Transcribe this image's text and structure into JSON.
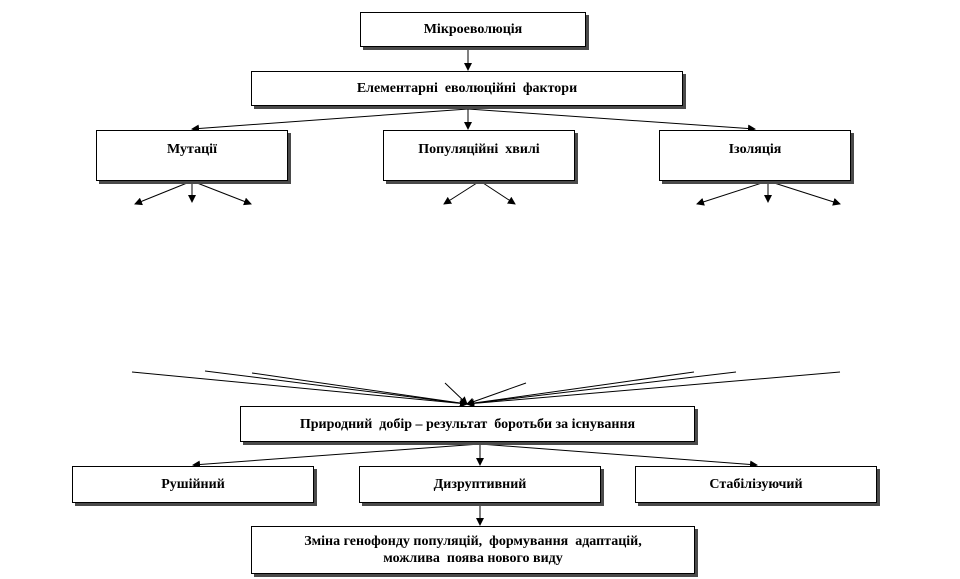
{
  "diagram": {
    "top": "Мікроеволюція",
    "factors": "Елементарні  еволюційні  фактори",
    "mutations": "Мутації",
    "waves": "Популяційні  хвилі",
    "isolation": "Ізоляція",
    "selection": "Природний  добір – результат  боротьби за існування",
    "moving": "Рушійний",
    "disruptive": "Дизруптивний",
    "stabilizing": "Стабілізуючий",
    "result_line1": "Зміна генофонду популяцій,  формування  адаптацій,",
    "result_line2": "можлива  поява нового виду"
  }
}
